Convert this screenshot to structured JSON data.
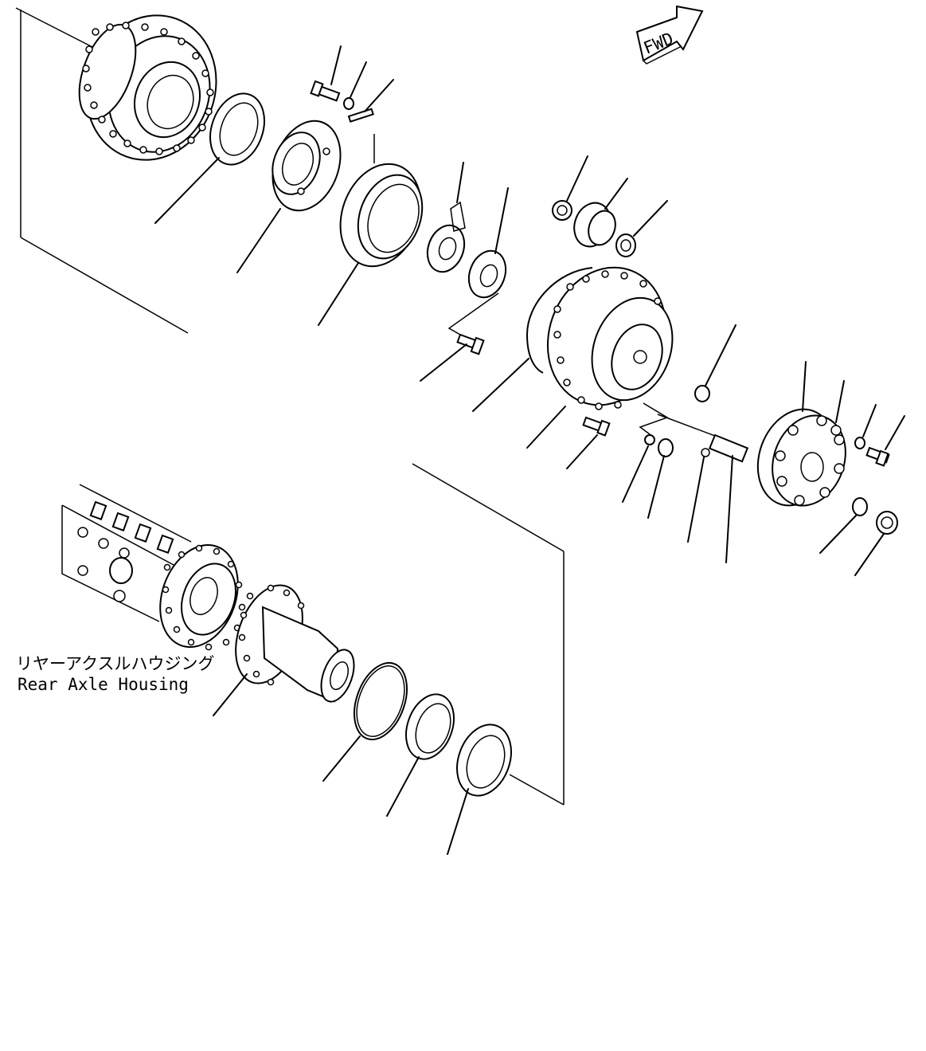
{
  "fwd_arrow": {
    "label": "FWD"
  },
  "reference_part": {
    "label_ja": "リヤーアクスルハウジング",
    "label_en": "Rear Axle Housing"
  },
  "colors": {
    "ink": "#000000",
    "paper": "#ffffff"
  }
}
